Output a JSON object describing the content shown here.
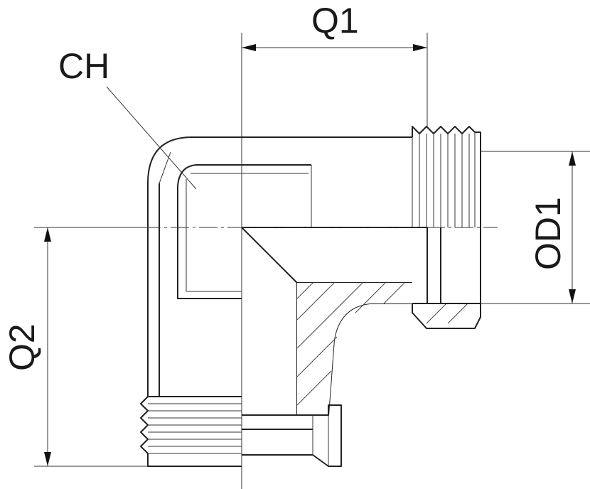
{
  "diagram": {
    "labels": {
      "q1": "Q1",
      "q2": "Q2",
      "od1": "OD1",
      "ch": "CH"
    },
    "colors": {
      "line": "#222222",
      "section_fill": "#ffffff",
      "background": "#ffffff"
    }
  }
}
